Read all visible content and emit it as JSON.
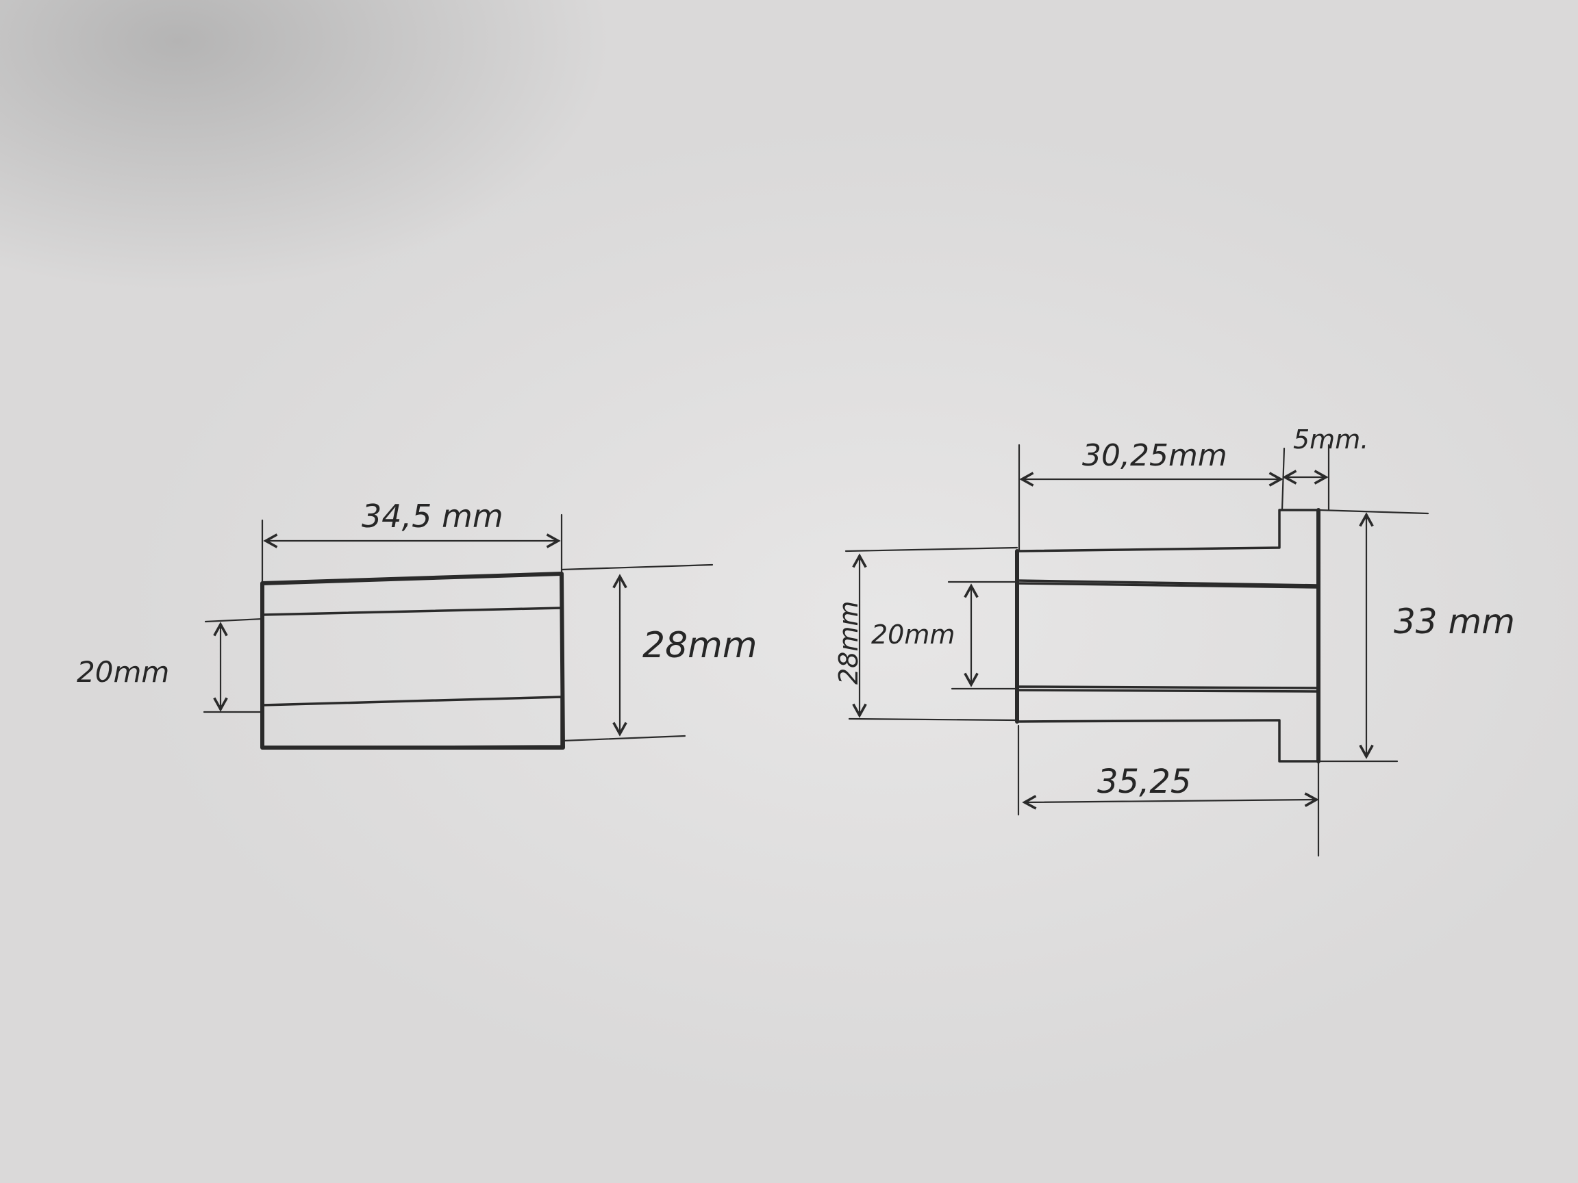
{
  "colors": {
    "paper": "#dedede",
    "ink": "#2a2a2a"
  },
  "drawings": {
    "left_bushing": {
      "length_label": "34,5 mm",
      "outer_diameter_label": "28mm",
      "inner_diameter_label": "20mm"
    },
    "right_flanged_bushing": {
      "body_length_label": "30,25mm",
      "flange_thickness_label": "5mm.",
      "flange_diameter_label": "33 mm",
      "outer_diameter_label": "28mm",
      "inner_diameter_label": "20mm",
      "total_length_label": "35,25"
    }
  }
}
